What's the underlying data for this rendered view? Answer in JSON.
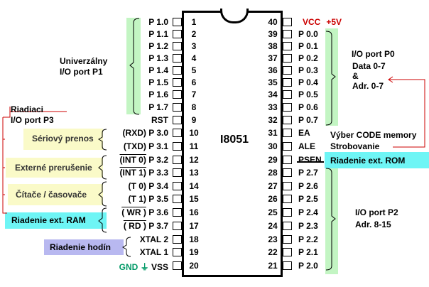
{
  "chip": {
    "name": "I8051"
  },
  "colors": {
    "p1_group": "#c3f5c3",
    "p3_group": "#fafac8",
    "ext_control": "#6ef5f5",
    "clock": "#b8b8f0",
    "vcc": "#cc0000",
    "gnd": "#009966",
    "bracket": "#cc0000"
  },
  "left_pins": [
    {
      "num": "1",
      "label": "P 1.0"
    },
    {
      "num": "2",
      "label": "P 1.1"
    },
    {
      "num": "3",
      "label": "P 1.2"
    },
    {
      "num": "4",
      "label": "P 1.3"
    },
    {
      "num": "5",
      "label": "P 1.4"
    },
    {
      "num": "6",
      "label": "P 1.5"
    },
    {
      "num": "7",
      "label": "P 1.6"
    },
    {
      "num": "8",
      "label": "P 1.7"
    },
    {
      "num": "9",
      "label": "RST"
    },
    {
      "num": "10",
      "label": "(RXD)  P 3.0"
    },
    {
      "num": "11",
      "label": "(TXD)  P 3.1"
    },
    {
      "num": "12",
      "label": "P 3.2",
      "alt": "(INT 0)"
    },
    {
      "num": "13",
      "label": "P 3.3",
      "alt": "(INT 1)"
    },
    {
      "num": "14",
      "label": "(T 0)  P 3.4"
    },
    {
      "num": "15",
      "label": "(T 1)  P 3.5"
    },
    {
      "num": "16",
      "label": "P 3.6",
      "alt": "( WR )"
    },
    {
      "num": "17",
      "label": "P 3.7",
      "alt": "( RD )"
    },
    {
      "num": "18",
      "label": "XTAL 2"
    },
    {
      "num": "19",
      "label": "XTAL 1"
    },
    {
      "num": "20",
      "label": "VSS",
      "prefix": "GND ⏚"
    }
  ],
  "right_pins": [
    {
      "num": "40",
      "label": "VCC",
      "suffix": "+5V"
    },
    {
      "num": "39",
      "label": "P 0.0"
    },
    {
      "num": "38",
      "label": "P 0.1"
    },
    {
      "num": "37",
      "label": "P 0.2"
    },
    {
      "num": "36",
      "label": "P 0.3"
    },
    {
      "num": "35",
      "label": "P 0.4"
    },
    {
      "num": "34",
      "label": "P 0.5"
    },
    {
      "num": "33",
      "label": "P 0.6"
    },
    {
      "num": "32",
      "label": "P 0.7"
    },
    {
      "num": "31",
      "label": "EA"
    },
    {
      "num": "30",
      "label": "ALE"
    },
    {
      "num": "29",
      "label": "PSEN"
    },
    {
      "num": "28",
      "label": "P 2.7"
    },
    {
      "num": "27",
      "label": "P 2.6"
    },
    {
      "num": "26",
      "label": "P 2.5"
    },
    {
      "num": "25",
      "label": "P 2.4"
    },
    {
      "num": "24",
      "label": "P 2.3"
    },
    {
      "num": "23",
      "label": "P 2.2"
    },
    {
      "num": "22",
      "label": "P 2.1"
    },
    {
      "num": "21",
      "label": "P 2.0"
    }
  ],
  "annotations": {
    "p1_line1": "Univerzálny",
    "p1_line2": "I/O port  P1",
    "p3_line1": "Riadiaci",
    "p3_line2": "I/O port  P3",
    "serial": "Sériový prenos",
    "interrupt": "Externé prerušenie",
    "timers": "Čítače / časovače",
    "ext_ram": "Riadenie ext. RAM",
    "clock": "Riadenie hodín",
    "p0_line1": "I/O port  P0",
    "p0_line2": "Data 0-7",
    "p0_line3": "&",
    "p0_line4": "Adr. 0-7",
    "ea": "Výber CODE memory",
    "ale": "Strobovanie",
    "ext_rom": "Riadenie ext. ROM",
    "p2_line1": "I/O port  P2",
    "p2_line2": "Adr. 8-15"
  }
}
